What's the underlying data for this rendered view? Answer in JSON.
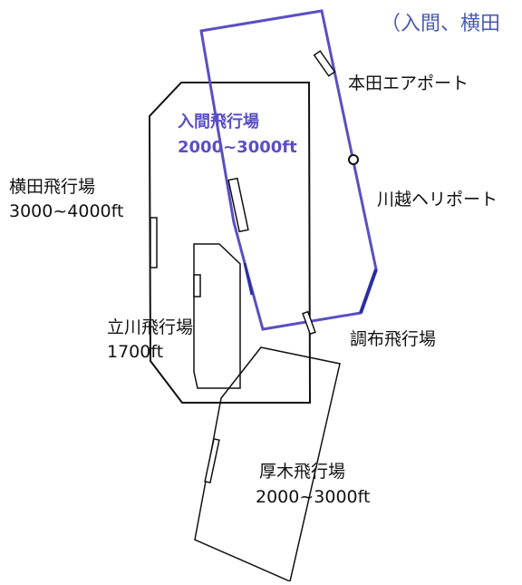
{
  "header": {
    "text": "（入間、横田"
  },
  "colors": {
    "iruma": "#5a4fc4",
    "dark_blue": "#2b2ea0",
    "outline": "#111111",
    "header": "#4a5bb0"
  },
  "airfields": {
    "honda": {
      "name": "本田エアポート"
    },
    "kawagoe": {
      "name": "川越ヘリポート"
    },
    "iruma": {
      "name": "入間飛行場",
      "altitude": "2000~3000ft"
    },
    "yokota": {
      "name": "横田飛行場",
      "altitude": "3000~4000ft"
    },
    "tachikawa": {
      "name": "立川飛行場",
      "altitude": "1700ft"
    },
    "chofu": {
      "name": "調布飛行場"
    },
    "atsugi": {
      "name": "厚木飛行場",
      "altitude": "2000~3000ft"
    }
  }
}
